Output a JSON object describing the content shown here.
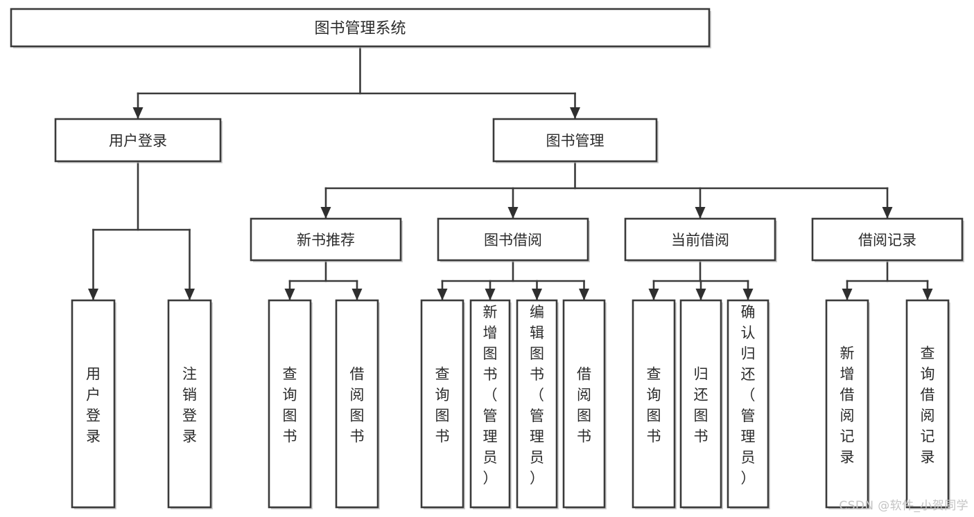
{
  "diagram": {
    "type": "hierarchy-tree",
    "title": "图书管理系统",
    "watermark": "CSDN @软件_小贺同学",
    "colors": {
      "stroke": "#3a3a3a",
      "fill": "#ffffff",
      "text": "#2b2b2b",
      "watermark": "#c4c4c4"
    },
    "nodes": {
      "root": {
        "label": "图书管理系统",
        "level": 0,
        "orientation": "horizontal"
      },
      "level1": [
        {
          "id": "user-login",
          "label": "用户登录",
          "orientation": "horizontal"
        },
        {
          "id": "book-manage",
          "label": "图书管理",
          "orientation": "horizontal"
        }
      ],
      "level2": [
        {
          "id": "new-book-rec",
          "label": "新书推荐",
          "parent": "book-manage",
          "orientation": "horizontal"
        },
        {
          "id": "book-borrow",
          "label": "图书借阅",
          "parent": "book-manage",
          "orientation": "horizontal"
        },
        {
          "id": "current-borrow",
          "label": "当前借阅",
          "parent": "book-manage",
          "orientation": "horizontal"
        },
        {
          "id": "borrow-record",
          "label": "借阅记录",
          "parent": "book-manage",
          "orientation": "horizontal"
        }
      ],
      "leaves": [
        {
          "id": "leaf-user-login",
          "label": "用户登录",
          "parent": "user-login",
          "orientation": "vertical",
          "align": "center"
        },
        {
          "id": "leaf-logout",
          "label": "注销登录",
          "parent": "user-login",
          "orientation": "vertical",
          "align": "center"
        },
        {
          "id": "leaf-query-book-1",
          "label": "查询图书",
          "parent": "new-book-rec",
          "orientation": "vertical",
          "align": "center"
        },
        {
          "id": "leaf-borrow-book-1",
          "label": "借阅图书",
          "parent": "new-book-rec",
          "orientation": "vertical",
          "align": "center"
        },
        {
          "id": "leaf-query-book-2",
          "label": "查询图书",
          "parent": "book-borrow",
          "orientation": "vertical",
          "align": "center"
        },
        {
          "id": "leaf-add-book",
          "label": "新增图书（管理员）",
          "parent": "book-borrow",
          "orientation": "vertical",
          "align": "start"
        },
        {
          "id": "leaf-edit-book",
          "label": "编辑图书（管理员）",
          "parent": "book-borrow",
          "orientation": "vertical",
          "align": "start"
        },
        {
          "id": "leaf-borrow-book-2",
          "label": "借阅图书",
          "parent": "book-borrow",
          "orientation": "vertical",
          "align": "center"
        },
        {
          "id": "leaf-query-book-3",
          "label": "查询图书",
          "parent": "current-borrow",
          "orientation": "vertical",
          "align": "center"
        },
        {
          "id": "leaf-return-book",
          "label": "归还图书",
          "parent": "current-borrow",
          "orientation": "vertical",
          "align": "center"
        },
        {
          "id": "leaf-confirm-return",
          "label": "确认归还（管理员）",
          "parent": "current-borrow",
          "orientation": "vertical",
          "align": "start"
        },
        {
          "id": "leaf-add-record",
          "label": "新增借阅记录",
          "parent": "borrow-record",
          "orientation": "vertical",
          "align": "center"
        },
        {
          "id": "leaf-query-record",
          "label": "查询借阅记录",
          "parent": "borrow-record",
          "orientation": "vertical",
          "align": "center"
        }
      ]
    }
  }
}
